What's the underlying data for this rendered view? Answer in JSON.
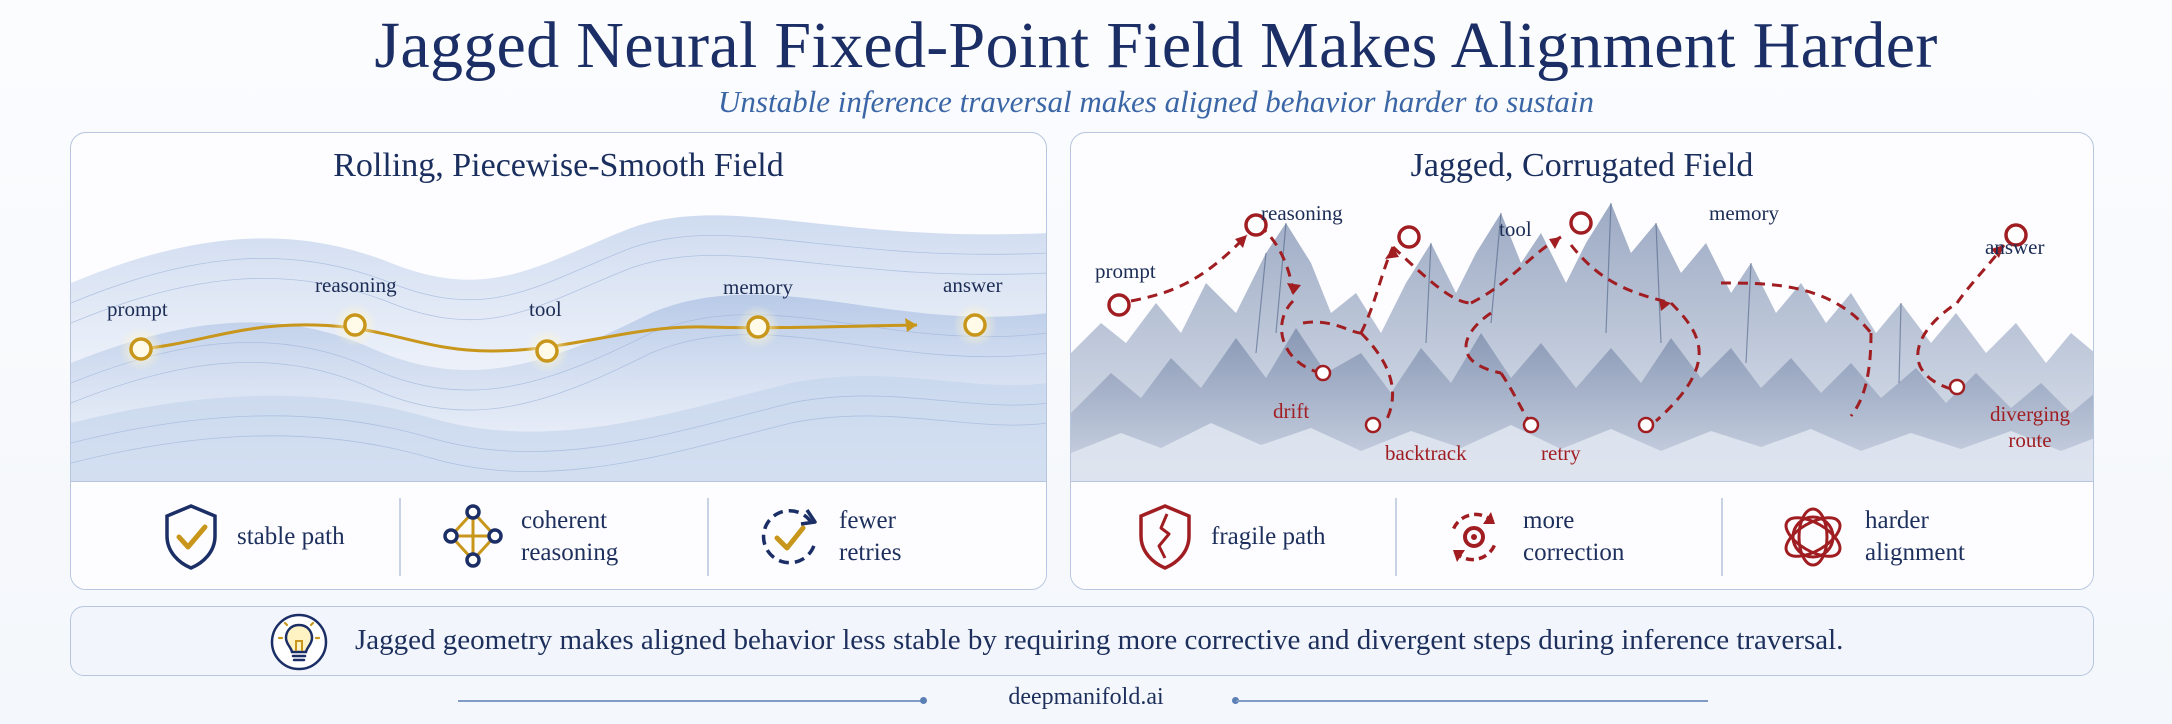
{
  "header": {
    "title": "Jagged Neural Fixed-Point Field Makes Alignment Harder",
    "subtitle": "Unstable inference traversal makes aligned behavior harder to sustain"
  },
  "left_panel": {
    "title": "Rolling, Piecewise-Smooth Field",
    "nodes": [
      "prompt",
      "reasoning",
      "tool",
      "memory",
      "answer"
    ],
    "features": [
      {
        "label": "stable path",
        "icon": "shield-check-icon"
      },
      {
        "label": "coherent reasoning",
        "icon": "network-graph-icon"
      },
      {
        "label": "fewer retries",
        "icon": "circular-check-icon"
      }
    ]
  },
  "right_panel": {
    "title": "Jagged, Corrugated Field",
    "nodes": [
      "prompt",
      "reasoning",
      "tool",
      "memory",
      "answer"
    ],
    "annotations": [
      "drift",
      "backtrack",
      "retry",
      "diverging route"
    ],
    "features": [
      {
        "label": "fragile path",
        "icon": "cracked-shield-icon"
      },
      {
        "label": "more correction",
        "icon": "cycle-arrows-icon"
      },
      {
        "label": "harder alignment",
        "icon": "tangled-knot-icon"
      }
    ]
  },
  "banner": {
    "text": "Jagged geometry makes aligned behavior less stable by requiring more corrective and divergent steps during inference traversal.",
    "icon": "lightbulb-icon"
  },
  "footer": {
    "brand": "deepmanifold.ai"
  },
  "colors": {
    "navy": "#1b2f66",
    "gold": "#c8961a",
    "red": "#a01e22",
    "blue": "#3b66a6"
  }
}
